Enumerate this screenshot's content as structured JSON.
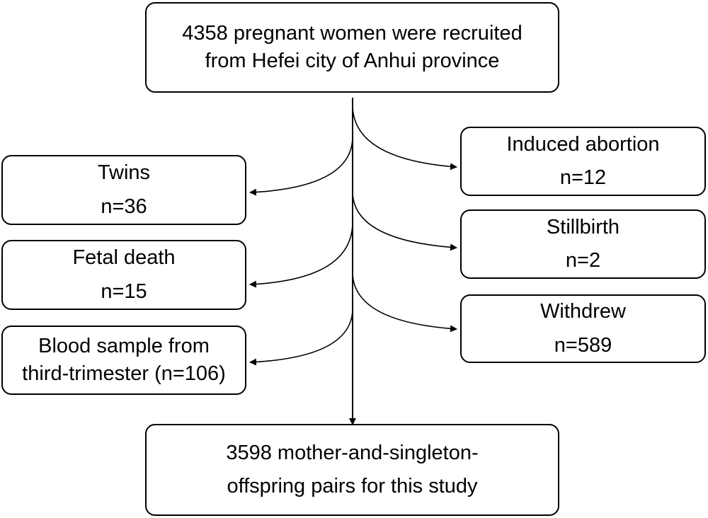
{
  "top": {
    "line1": "4358 pregnant women were recruited",
    "line2": "from Hefei city of Anhui province"
  },
  "exclusions_left": [
    {
      "line1": "Twins",
      "line2": "n=36"
    },
    {
      "line1": "Fetal death",
      "line2": "n=15"
    },
    {
      "line1": "Blood sample from",
      "line2": "third-trimester (n=106)"
    }
  ],
  "exclusions_right": [
    {
      "line1": "Induced abortion",
      "line2": "n=12"
    },
    {
      "line1": "Stillbirth",
      "line2": "n=2"
    },
    {
      "line1": "Withdrew",
      "line2": "n=589"
    }
  ],
  "bottom": {
    "line1": "3598 mother-and-singleton-",
    "line2": "offspring pairs for this study"
  }
}
